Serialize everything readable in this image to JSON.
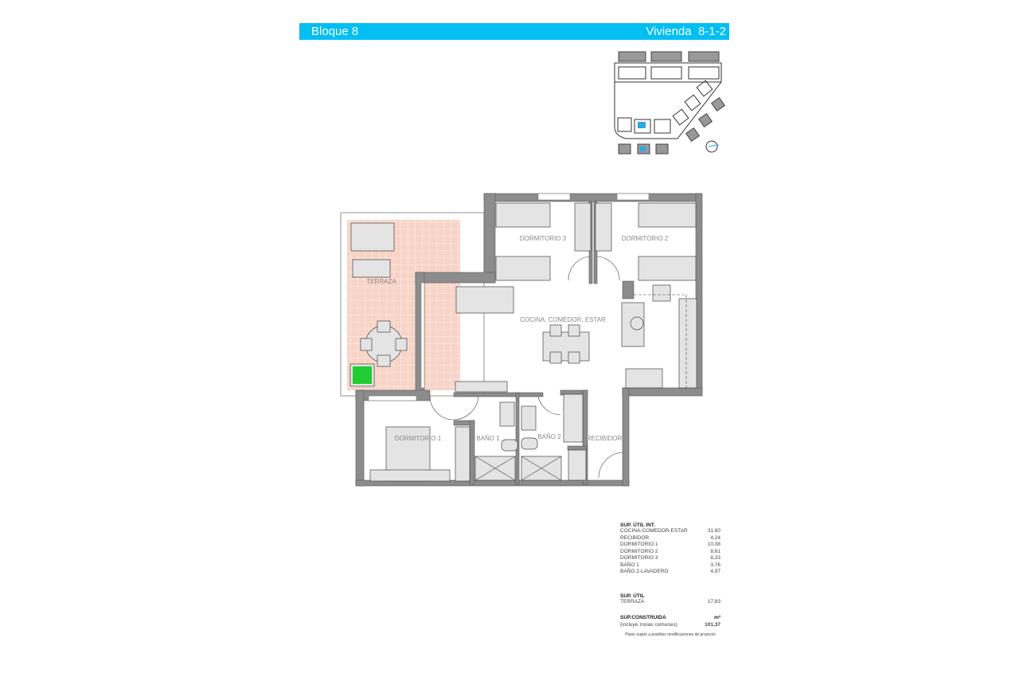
{
  "header": {
    "block": "Bloque 8",
    "unit_label": "Vivienda",
    "unit_id": "8-1-2",
    "color": "#00bff3"
  },
  "rooms": {
    "dormitorio3": "DORMITORIO 3",
    "dormitorio2": "DORMITORIO 2",
    "terraza": "TERRAZA",
    "cocina": "COCINA, COMEDOR, ESTAR",
    "dormitorio1": "DORMITORIO 1",
    "bano1": "BAÑO 1",
    "bano2": "BAÑO 2",
    "recibidor": "RECIBIDOR"
  },
  "colors": {
    "terrace": "#f8d3c6",
    "wall": "#8c8c8c",
    "furniture": "#e4e4e4",
    "highlight": "#22cc33",
    "keymap_highlight": "#2aa8e6"
  },
  "areas": {
    "interior_heading": "SUP. ÚTIL INT.",
    "interior": [
      {
        "name": "COCINA-COMEDOR-ESTAR",
        "value": "31,60"
      },
      {
        "name": "RECIBIDOR",
        "value": "4,24"
      },
      {
        "name": "DORMITORIO 1",
        "value": "10,08"
      },
      {
        "name": "DORMITORIO 2",
        "value": "8,61"
      },
      {
        "name": "DORMITORIO 3",
        "value": "8,33"
      },
      {
        "name": "BAÑO 1",
        "value": "3,76"
      },
      {
        "name": "BAÑO 2-LAVADERO",
        "value": "4,97"
      }
    ],
    "util_heading": "SUP. ÚTIL",
    "util": [
      {
        "name": "TERRAZA",
        "value": "17,83"
      }
    ],
    "built_heading": "SUP.CONSTRUIDA",
    "built_unit": "m²",
    "built_note": "(incluye zonas comunes)",
    "built_value": "101,37",
    "disclaimer": "Plano sujeto a posibles modificaciones de proyecto"
  }
}
